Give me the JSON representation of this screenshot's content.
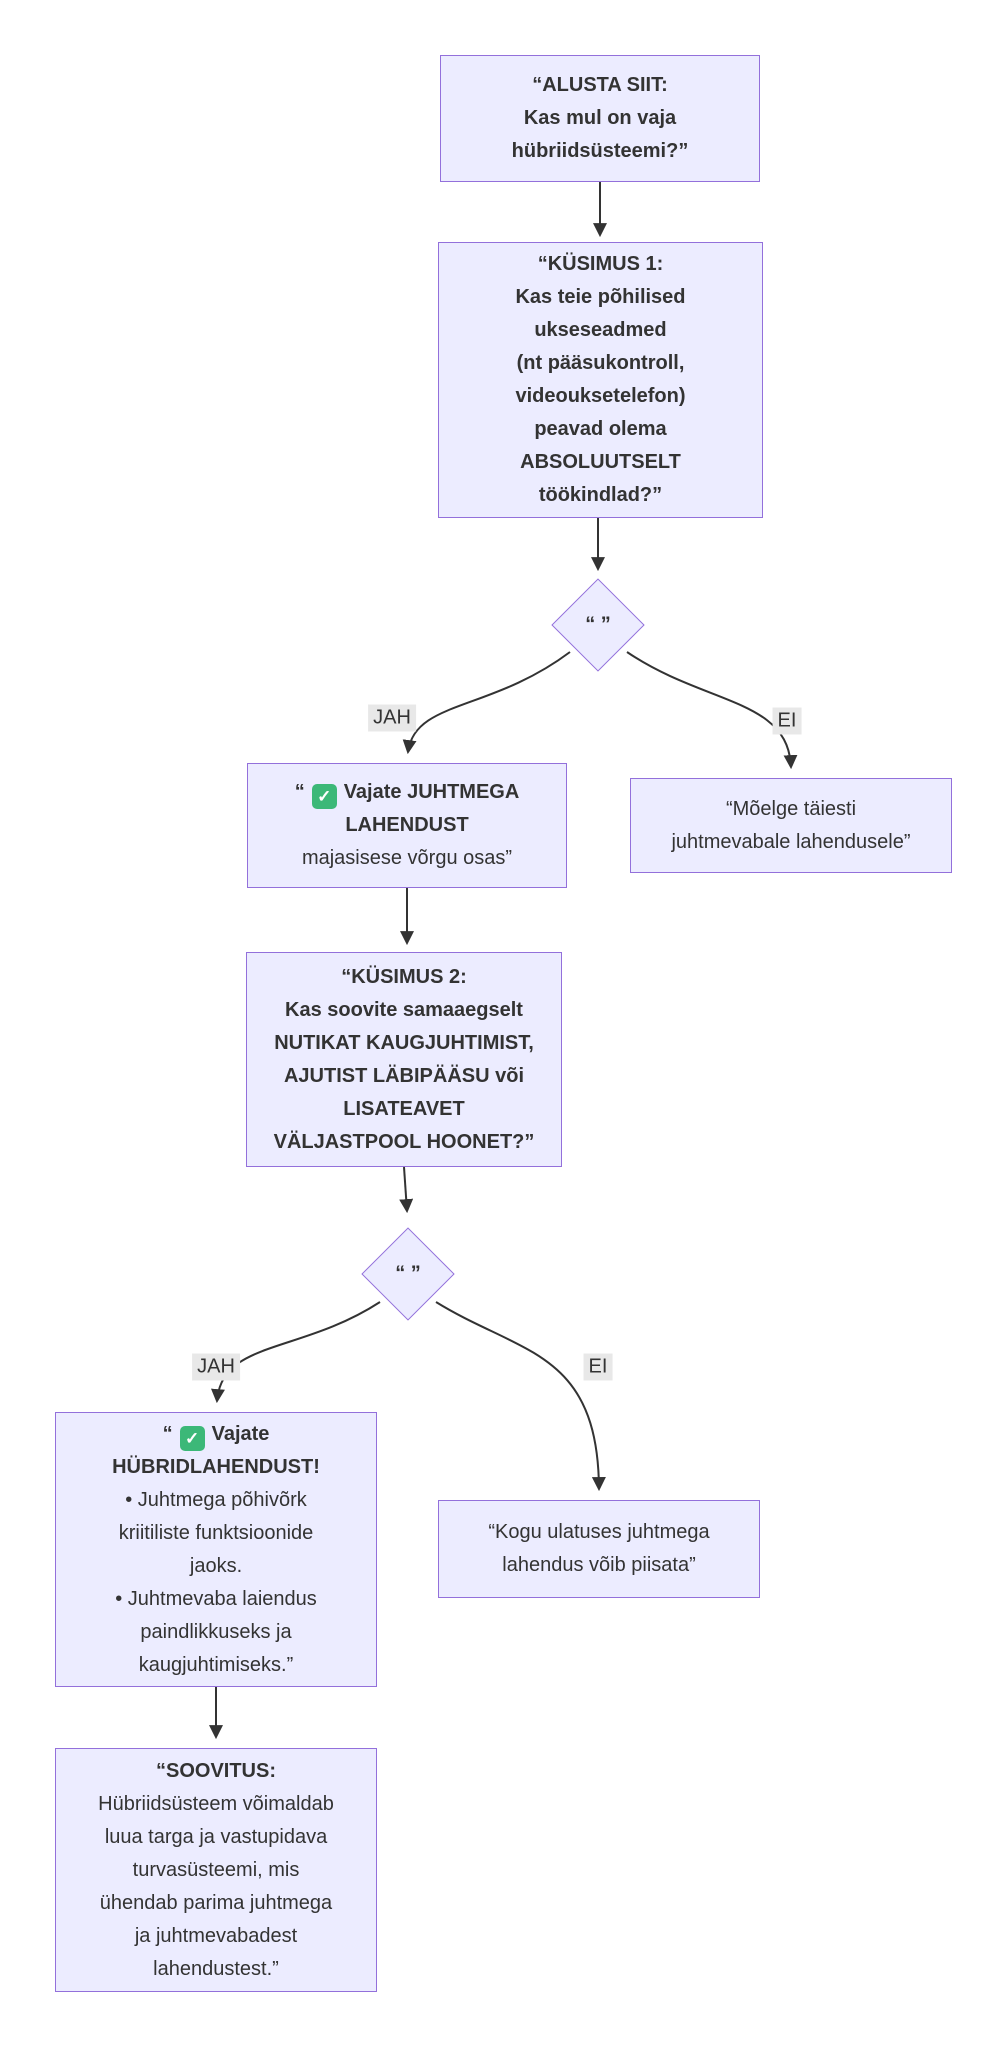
{
  "colors": {
    "node_fill": "#ECECFF",
    "node_border": "#9370DB",
    "edge": "#333333",
    "edge_label_bg": "#e8e8e8",
    "text": "#333333",
    "check_green": "#3cb878"
  },
  "icons": {
    "check": "✓"
  },
  "nodes": {
    "start": {
      "lines": [
        "“ALUSTA SIIT:",
        "Kas mul on vaja",
        "hübriidsüsteemi?”"
      ]
    },
    "q1": {
      "lines": [
        "“KÜSIMUS 1:",
        "Kas teie põhilised",
        "ukseseadmed",
        "(nt pääsukontroll,",
        "videouksetelefon)",
        "peavad olema",
        "ABSOLUUTSELT",
        "töökindlad?”"
      ]
    },
    "d1": {
      "label": "“ ”"
    },
    "wired": {
      "line1_pre": "“",
      "line1_post": "Vajate JUHTMEGA",
      "line2": "LAHENDUST",
      "line3": "majasisese võrgu osas”"
    },
    "wireless": {
      "lines": [
        "“Mõelge täiesti",
        "juhtmevabale lahendusele”"
      ]
    },
    "q2": {
      "lines": [
        "“KÜSIMUS 2:",
        "Kas soovite samaaegselt",
        "NUTIKAT KAUGJUHTIMIST,",
        "AJUTIST LÄBIPÄÄSU või",
        "LISATEAVET",
        "VÄLJASTPOOL HOONET?”"
      ]
    },
    "d2": {
      "label": "“ ”"
    },
    "hybrid": {
      "line1_pre": "“",
      "line1_post": "Vajate",
      "line2": "HÜBRIDLAHENDUST!",
      "lines": [
        "• Juhtmega põhivõrk",
        "kriitiliste funktsioonide",
        "jaoks.",
        "• Juhtmevaba laiendus",
        "paindlikkuseks ja",
        "kaugjuhtimiseks.”"
      ]
    },
    "fullwired": {
      "lines": [
        "“Kogu ulatuses juhtmega",
        "lahendus võib piisata”"
      ]
    },
    "advice": {
      "line1": "“SOOVITUS:",
      "lines": [
        "Hübriidsüsteem võimaldab",
        "luua targa ja vastupidava",
        "turvasüsteemi, mis",
        "ühendab parima juhtmega",
        "ja juhtmevabadest",
        "lahendustest.”"
      ]
    }
  },
  "edge_labels": {
    "yes1": "JAH",
    "no1": "EI",
    "yes2": "JAH",
    "no2": "EI"
  }
}
